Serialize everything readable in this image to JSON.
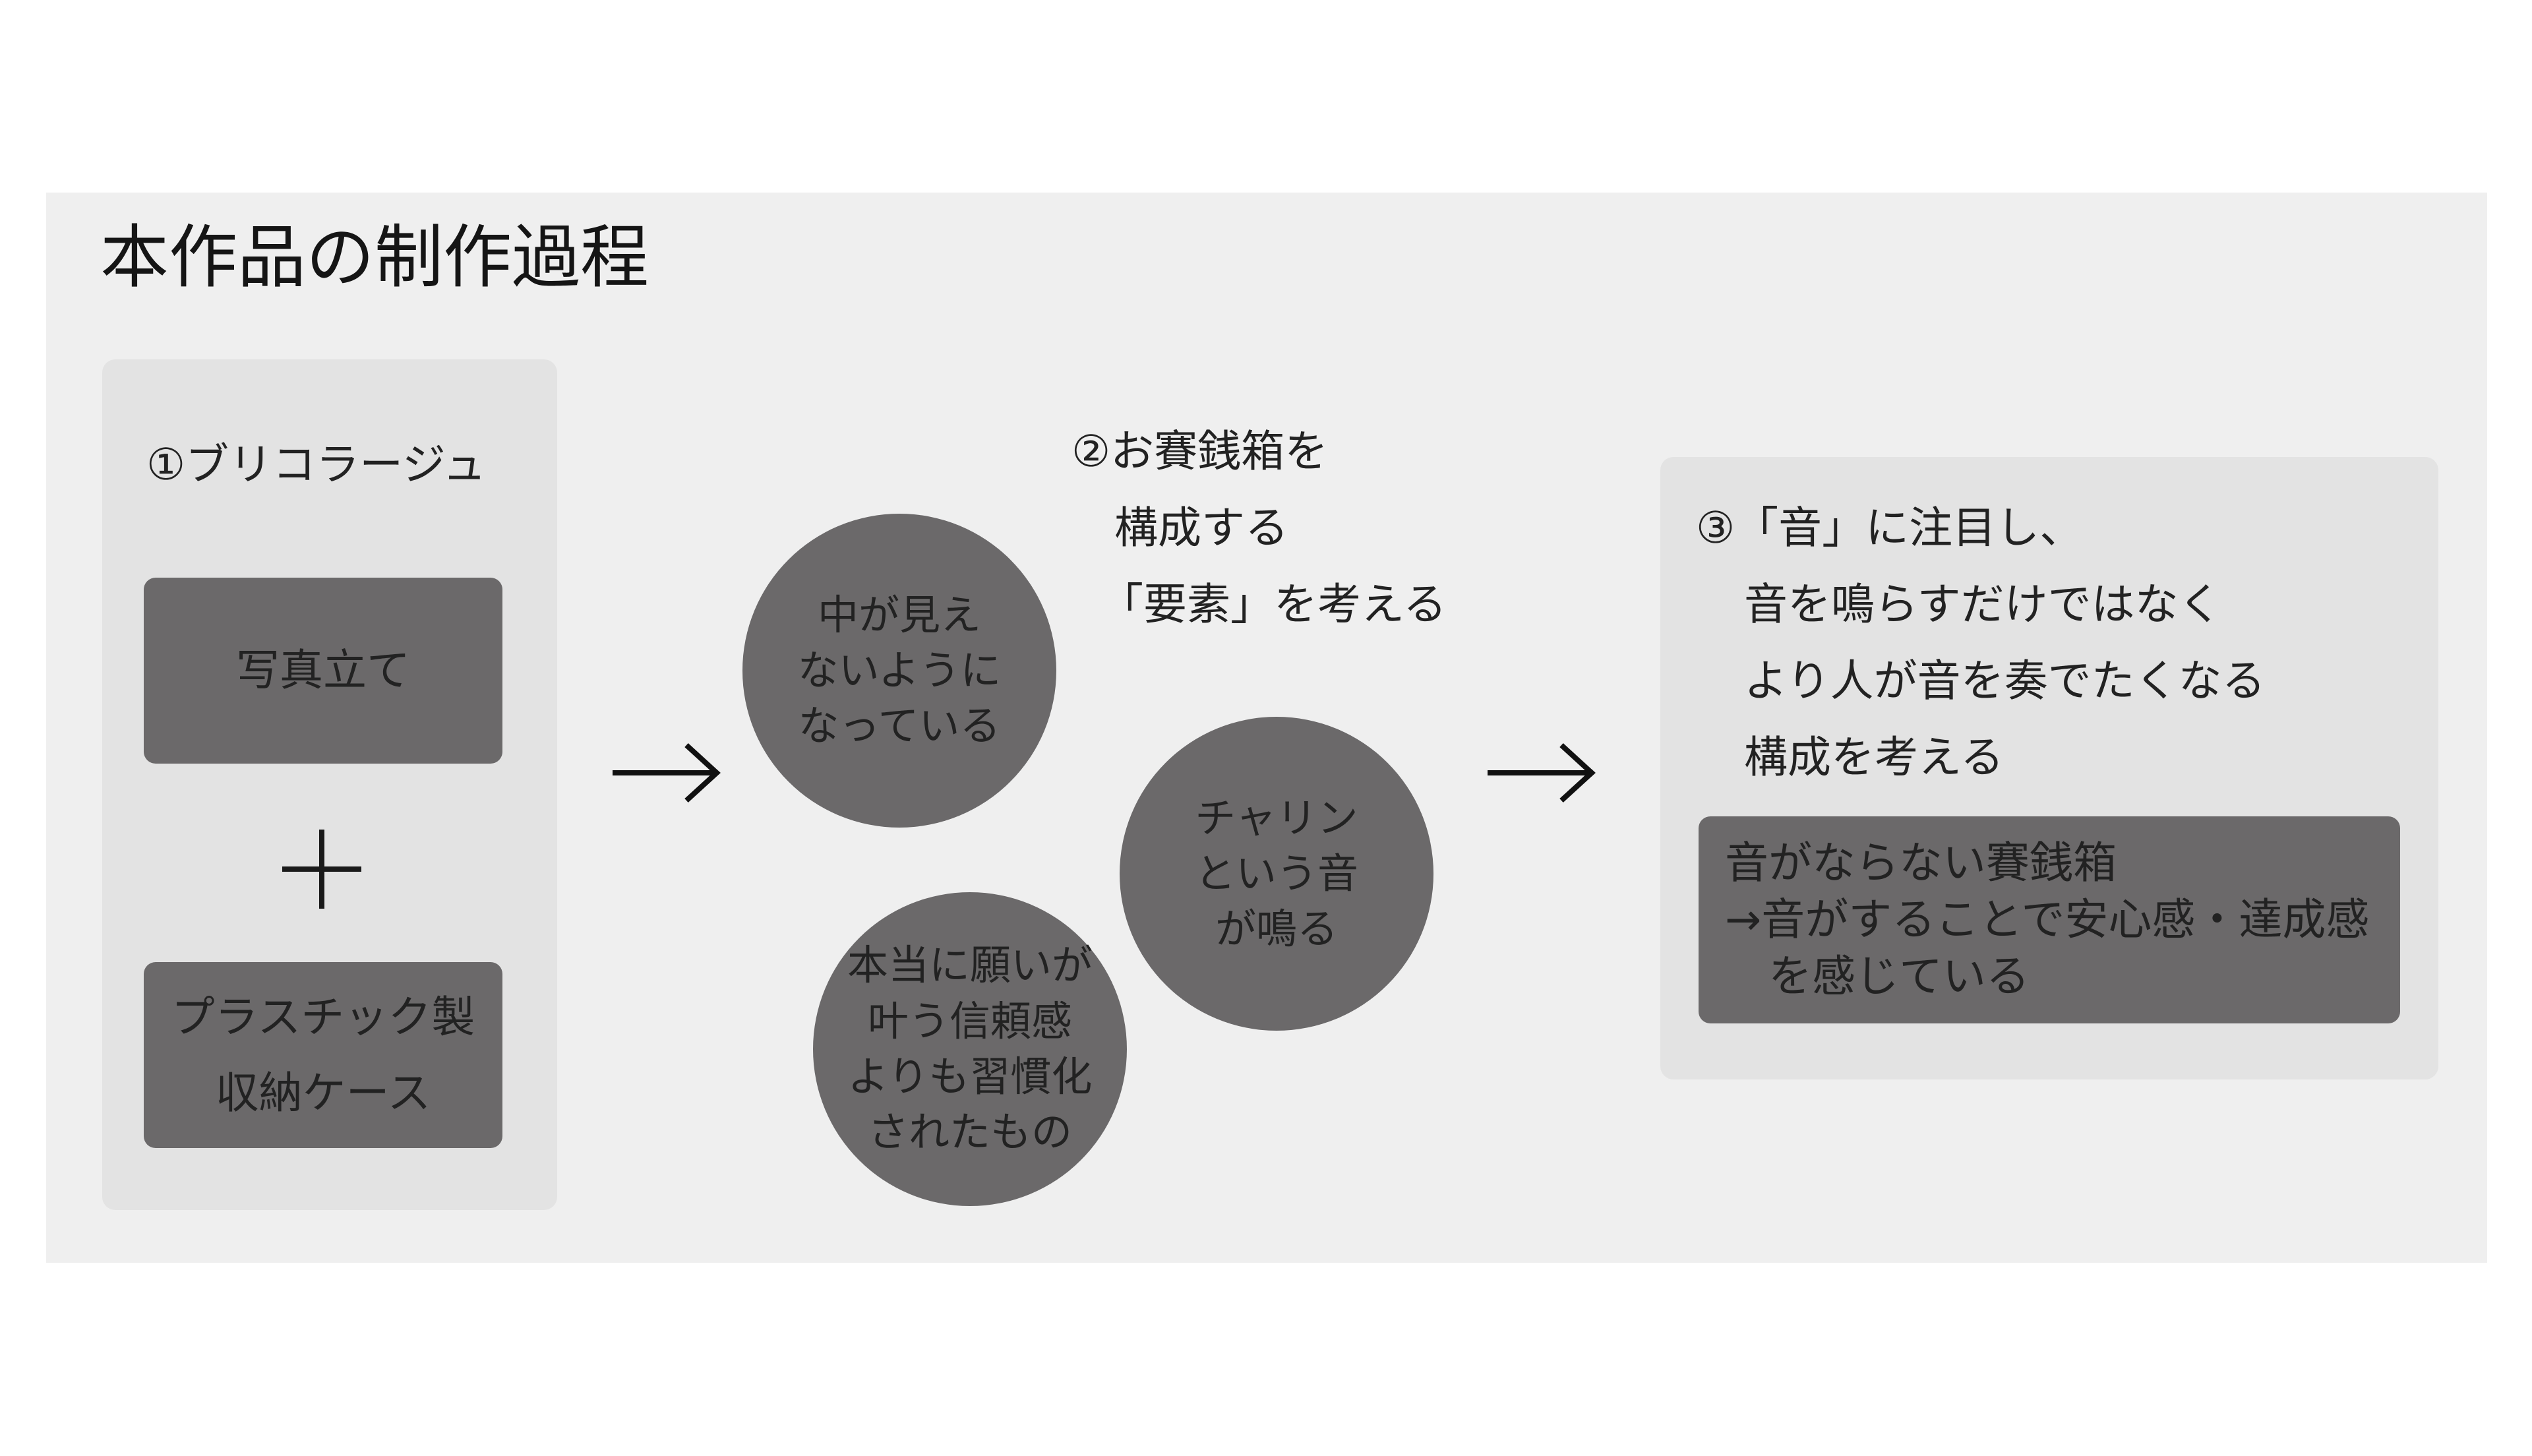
{
  "title": "本作品の制作過程",
  "step1": {
    "heading": "①ブリコラージュ",
    "box1": "写真立て",
    "plus": "+",
    "box2": [
      "プラスチック製",
      "収納ケース"
    ]
  },
  "step2": {
    "heading": [
      "②お賽銭箱を",
      "構成する",
      "「要素」を考える"
    ],
    "circle1": [
      "中が見え",
      "ないように",
      "なっている"
    ],
    "circle2": [
      "チャリン",
      "という音",
      "が鳴る"
    ],
    "circle3": [
      "本当に願いが",
      "叶う信頼感",
      "よりも習慣化",
      "されたもの"
    ]
  },
  "step3": {
    "heading": [
      "③「音」に注目し、",
      "音を鳴らすだけではなく",
      "より人が音を奏でたくなる",
      "構成を考える"
    ],
    "box": [
      "音がならない賽銭箱",
      "→音がすることで安心感・達成感",
      "を感じている"
    ]
  },
  "colors": {
    "panel": "#efefef",
    "card": "#e3e3e3",
    "dark": "#6b696a",
    "text": "#222222"
  }
}
